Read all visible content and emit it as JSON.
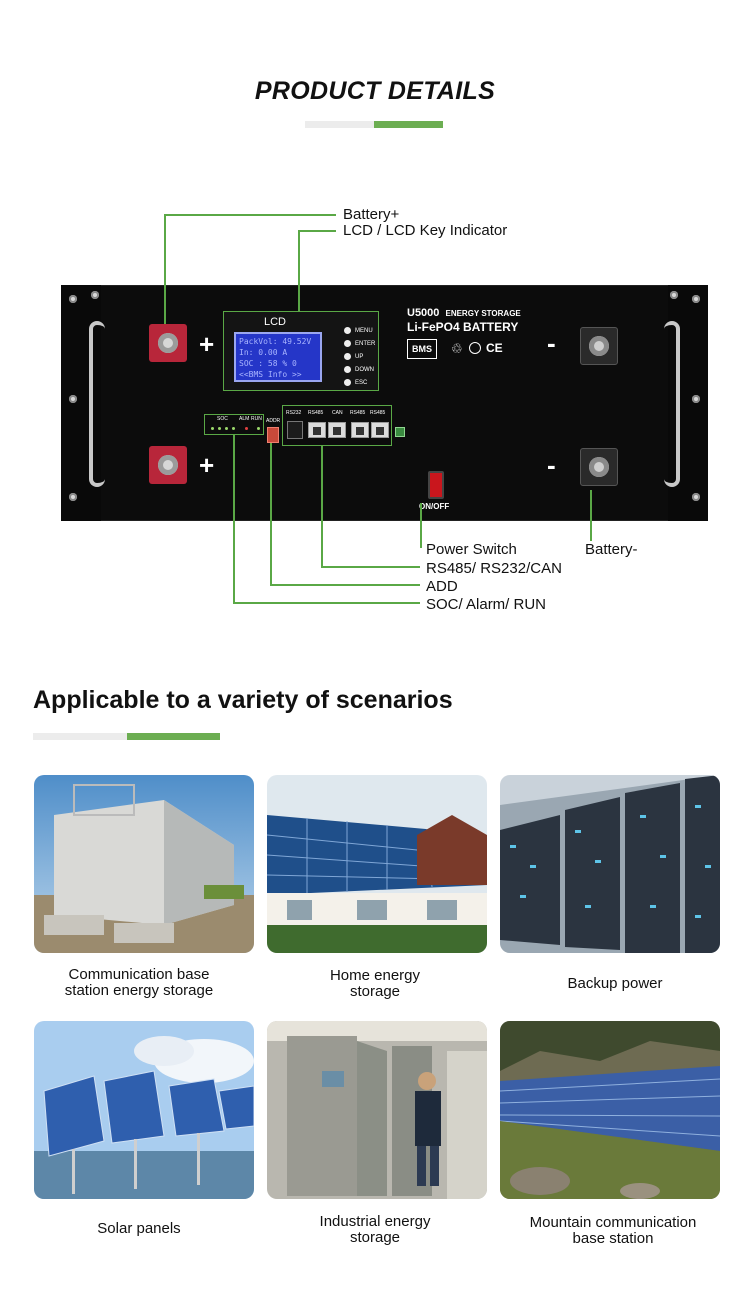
{
  "product_details": {
    "title": "PRODUCT DETAILS"
  },
  "device": {
    "lcd_label": "LCD",
    "lcd_lines": [
      "PackVol: 49.52V",
      "In:  0.00 A",
      "SOC :  58 %  0",
      "<<BMS Info >>"
    ],
    "keys": [
      "MENU",
      "ENTER",
      "UP",
      "DOWN",
      "ESC"
    ],
    "model": "U5000",
    "model_sub": "ENERGY STORAGE",
    "battery_type": "Li-FePO4 BATTERY",
    "bms_badge": "BMS",
    "plus": "+",
    "minus": "-",
    "soc_label": "SOC",
    "alm_label": "ALM",
    "run_label": "RUN",
    "addr_label": "ADDR",
    "port_labels": [
      "RS232",
      "RS485",
      "CAN",
      "RS485",
      "RS485"
    ],
    "switch_label": "ON/OFF"
  },
  "callouts": {
    "battery_plus": "Battery+",
    "lcd_key": "LCD / LCD Key Indicator",
    "power_switch": "Power Switch",
    "battery_minus": "Battery-",
    "comm_ports": "RS485/ RS232/CAN",
    "add": "ADD",
    "soc_alarm_run": "SOC/ Alarm/ RUN"
  },
  "scenarios": {
    "title": "Applicable to a variety of scenarios",
    "items": [
      {
        "line1": "Communication base",
        "line2": "station energy storage"
      },
      {
        "line1": "Home energy",
        "line2": "storage"
      },
      {
        "line1": "Backup power",
        "line2": ""
      },
      {
        "line1": "Solar panels",
        "line2": ""
      },
      {
        "line1": "Industrial energy",
        "line2": "storage"
      },
      {
        "line1": "Mountain communication",
        "line2": "base station"
      }
    ]
  },
  "colors": {
    "accent_green": "#6cae52",
    "callout_green": "#5aa846",
    "divider_gray": "#ececec"
  }
}
